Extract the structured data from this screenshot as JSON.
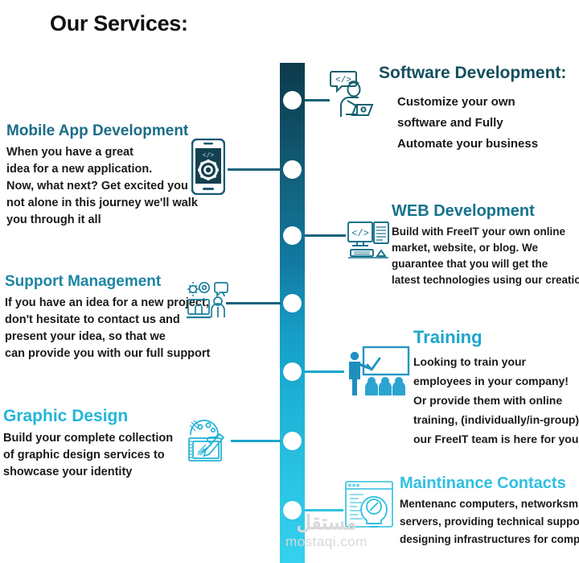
{
  "page": {
    "title": "Our Services:",
    "background": "#ffffff",
    "title_color": "#111111"
  },
  "timeline": {
    "bar_top_color": "#0d3b4c",
    "bar_bottom_color": "#35d1ee",
    "node_count": 7,
    "dot_color": "#ffffff"
  },
  "watermark": {
    "arabic": "مستقل",
    "latin": "mostaqi.com",
    "color": "#d8d8d8"
  },
  "services": {
    "left": [
      {
        "id": "mobile-app-development",
        "heading": "Mobile App Development",
        "heading_color": "#1a6d87",
        "icon": "smartphone-gear-icon",
        "lines": [
          "When you have a great",
          "idea for a new application.",
          "Now, what next? Get excited you are",
          "not alone in this journey  we'll walk",
          "you through it all"
        ]
      },
      {
        "id": "support-management",
        "heading": "Support Management",
        "heading_color": "#1d85a3",
        "icon": "support-agent-desktop-icon",
        "lines": [
          "If you have an idea for a new project,",
          "don't hesitate to contact us and",
          "present your idea, so that we",
          "can provide you with our full support"
        ]
      },
      {
        "id": "graphic-design",
        "heading": "Graphic Design",
        "heading_color": "#22b6d8",
        "icon": "design-palette-tablet-icon",
        "lines": [
          "Build your complete collection",
          "of graphic design services to",
          "showcase your identity"
        ]
      }
    ],
    "right": [
      {
        "id": "software-development",
        "heading": "Software Development:",
        "heading_color": "#144f5e",
        "icon": "developer-code-chat-icon",
        "lines": [
          "Customize your own",
          "software and Fully",
          "Automate your business"
        ]
      },
      {
        "id": "web-development",
        "heading": "WEB Development",
        "heading_color": "#17728c",
        "icon": "monitor-code-icon",
        "lines": [
          "Build with FreeIT your own online",
          "market, website, or blog. We",
          "guarantee that you will get the",
          "latest technologies using our creations"
        ]
      },
      {
        "id": "training",
        "heading": "Training",
        "heading_color": "#1ea5cd",
        "icon": "trainer-whiteboard-audience-icon",
        "lines": [
          "Looking to train your",
          "employees  in your company!",
          "Or provide them with online",
          "training, (individually/in-group),",
          " our FreeIT team is here for you"
        ]
      },
      {
        "id": "maintenance-contacts",
        "heading": "Maintinance Contacts",
        "heading_color": "#2ec0e2",
        "icon": "browser-settings-bulb-icon",
        "lines": [
          "Mentenanc computers, networksm",
          "servers, providing technical support,",
          "designing infrastructures for companie"
        ]
      }
    ]
  }
}
